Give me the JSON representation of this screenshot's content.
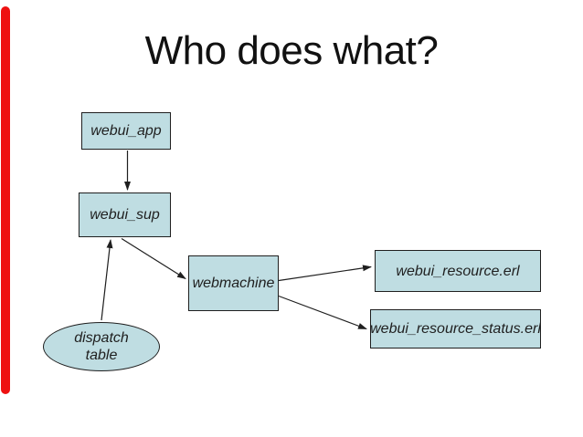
{
  "slide": {
    "title": "Who does what?"
  },
  "theme": {
    "accent_bar_color": "#ee1111",
    "node_fill": "#bfdde2",
    "node_border": "#1f1f1f",
    "edge_color": "#1f1f1f",
    "title_color": "#111111",
    "label_color": "#1f1f1f",
    "background": "#ffffff"
  },
  "nodes": {
    "webui_app": {
      "label": "webui_app",
      "shape": "rect"
    },
    "webui_sup": {
      "label": "webui_sup",
      "shape": "rect"
    },
    "webmachine": {
      "label": "webmachine",
      "shape": "rect"
    },
    "webui_resource": {
      "label": "webui_resource.erl",
      "shape": "rect"
    },
    "webui_resource_status": {
      "label": "webui_resource_status.erl",
      "shape": "rect"
    },
    "dispatch_table": {
      "label": "dispatch\ntable",
      "shape": "ellipse"
    }
  },
  "edges": [
    {
      "from": "webui_app",
      "to": "webui_sup"
    },
    {
      "from": "dispatch_table",
      "to": "webui_sup"
    },
    {
      "from": "webui_sup",
      "to": "webmachine"
    },
    {
      "from": "webmachine",
      "to": "webui_resource"
    },
    {
      "from": "webmachine",
      "to": "webui_resource_status"
    }
  ]
}
